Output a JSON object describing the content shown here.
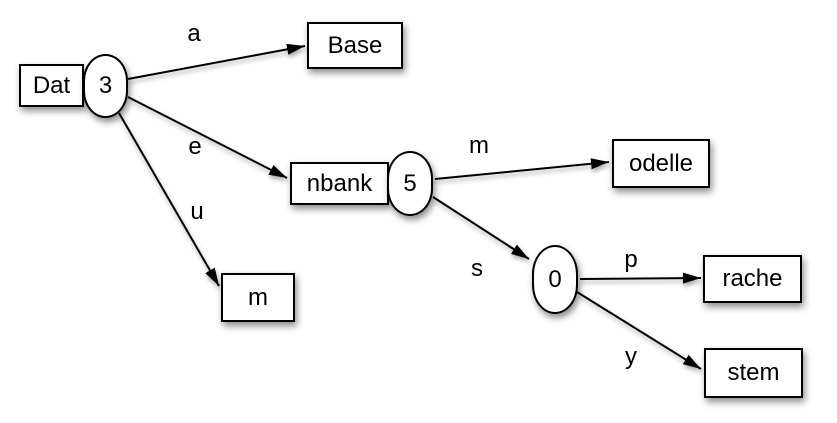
{
  "diagram": {
    "kind": "trie",
    "colors": {
      "background": "#ffffff",
      "node_fill": "#ffffff",
      "stroke": "#000000",
      "text": "#000000"
    },
    "nodes": {
      "dat": {
        "label": "Dat",
        "shape": "rect"
      },
      "count3": {
        "label": "3",
        "shape": "oval"
      },
      "base": {
        "label": "Base",
        "shape": "rect"
      },
      "nbank": {
        "label": "nbank",
        "shape": "rect"
      },
      "count5": {
        "label": "5",
        "shape": "oval"
      },
      "m": {
        "label": "m",
        "shape": "rect"
      },
      "odelle": {
        "label": "odelle",
        "shape": "rect"
      },
      "count0": {
        "label": "0",
        "shape": "oval"
      },
      "rache": {
        "label": "rache",
        "shape": "rect"
      },
      "stem": {
        "label": "stem",
        "shape": "rect"
      }
    },
    "edges": {
      "a": {
        "label": "a",
        "from": "3",
        "to": "Base"
      },
      "e": {
        "label": "e",
        "from": "3",
        "to": "nbank"
      },
      "u": {
        "label": "u",
        "from": "3",
        "to": "m"
      },
      "m": {
        "label": "m",
        "from": "5",
        "to": "odelle"
      },
      "s": {
        "label": "s",
        "from": "5",
        "to": "0"
      },
      "p": {
        "label": "p",
        "from": "0",
        "to": "rache"
      },
      "y": {
        "label": "y",
        "from": "0",
        "to": "stem"
      }
    }
  }
}
